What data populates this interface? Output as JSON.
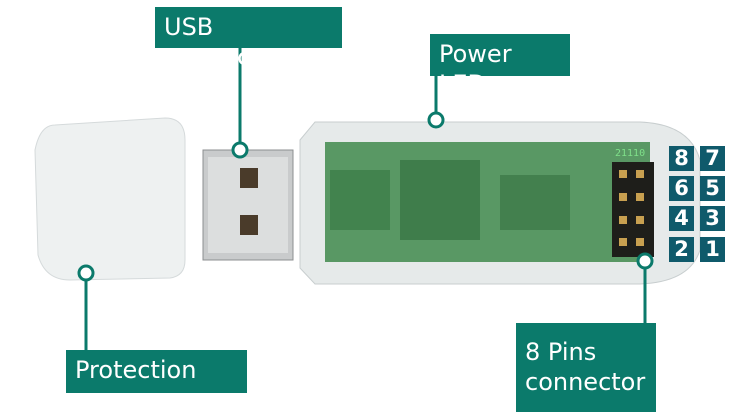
{
  "labels": {
    "usb_connector": "USB connector",
    "power_led": "Power LED",
    "protection_cap": "Protection cap",
    "pins_connector_line1": "8 Pins",
    "pins_connector_line2": "connector"
  },
  "pins": [
    "8",
    "7",
    "6",
    "5",
    "4",
    "3",
    "2",
    "1"
  ],
  "board_text": "21110",
  "colors": {
    "label_bg": "#0b7a6b",
    "pin_bg": "#0f5a6b",
    "pcb": "#3f8a4c"
  }
}
